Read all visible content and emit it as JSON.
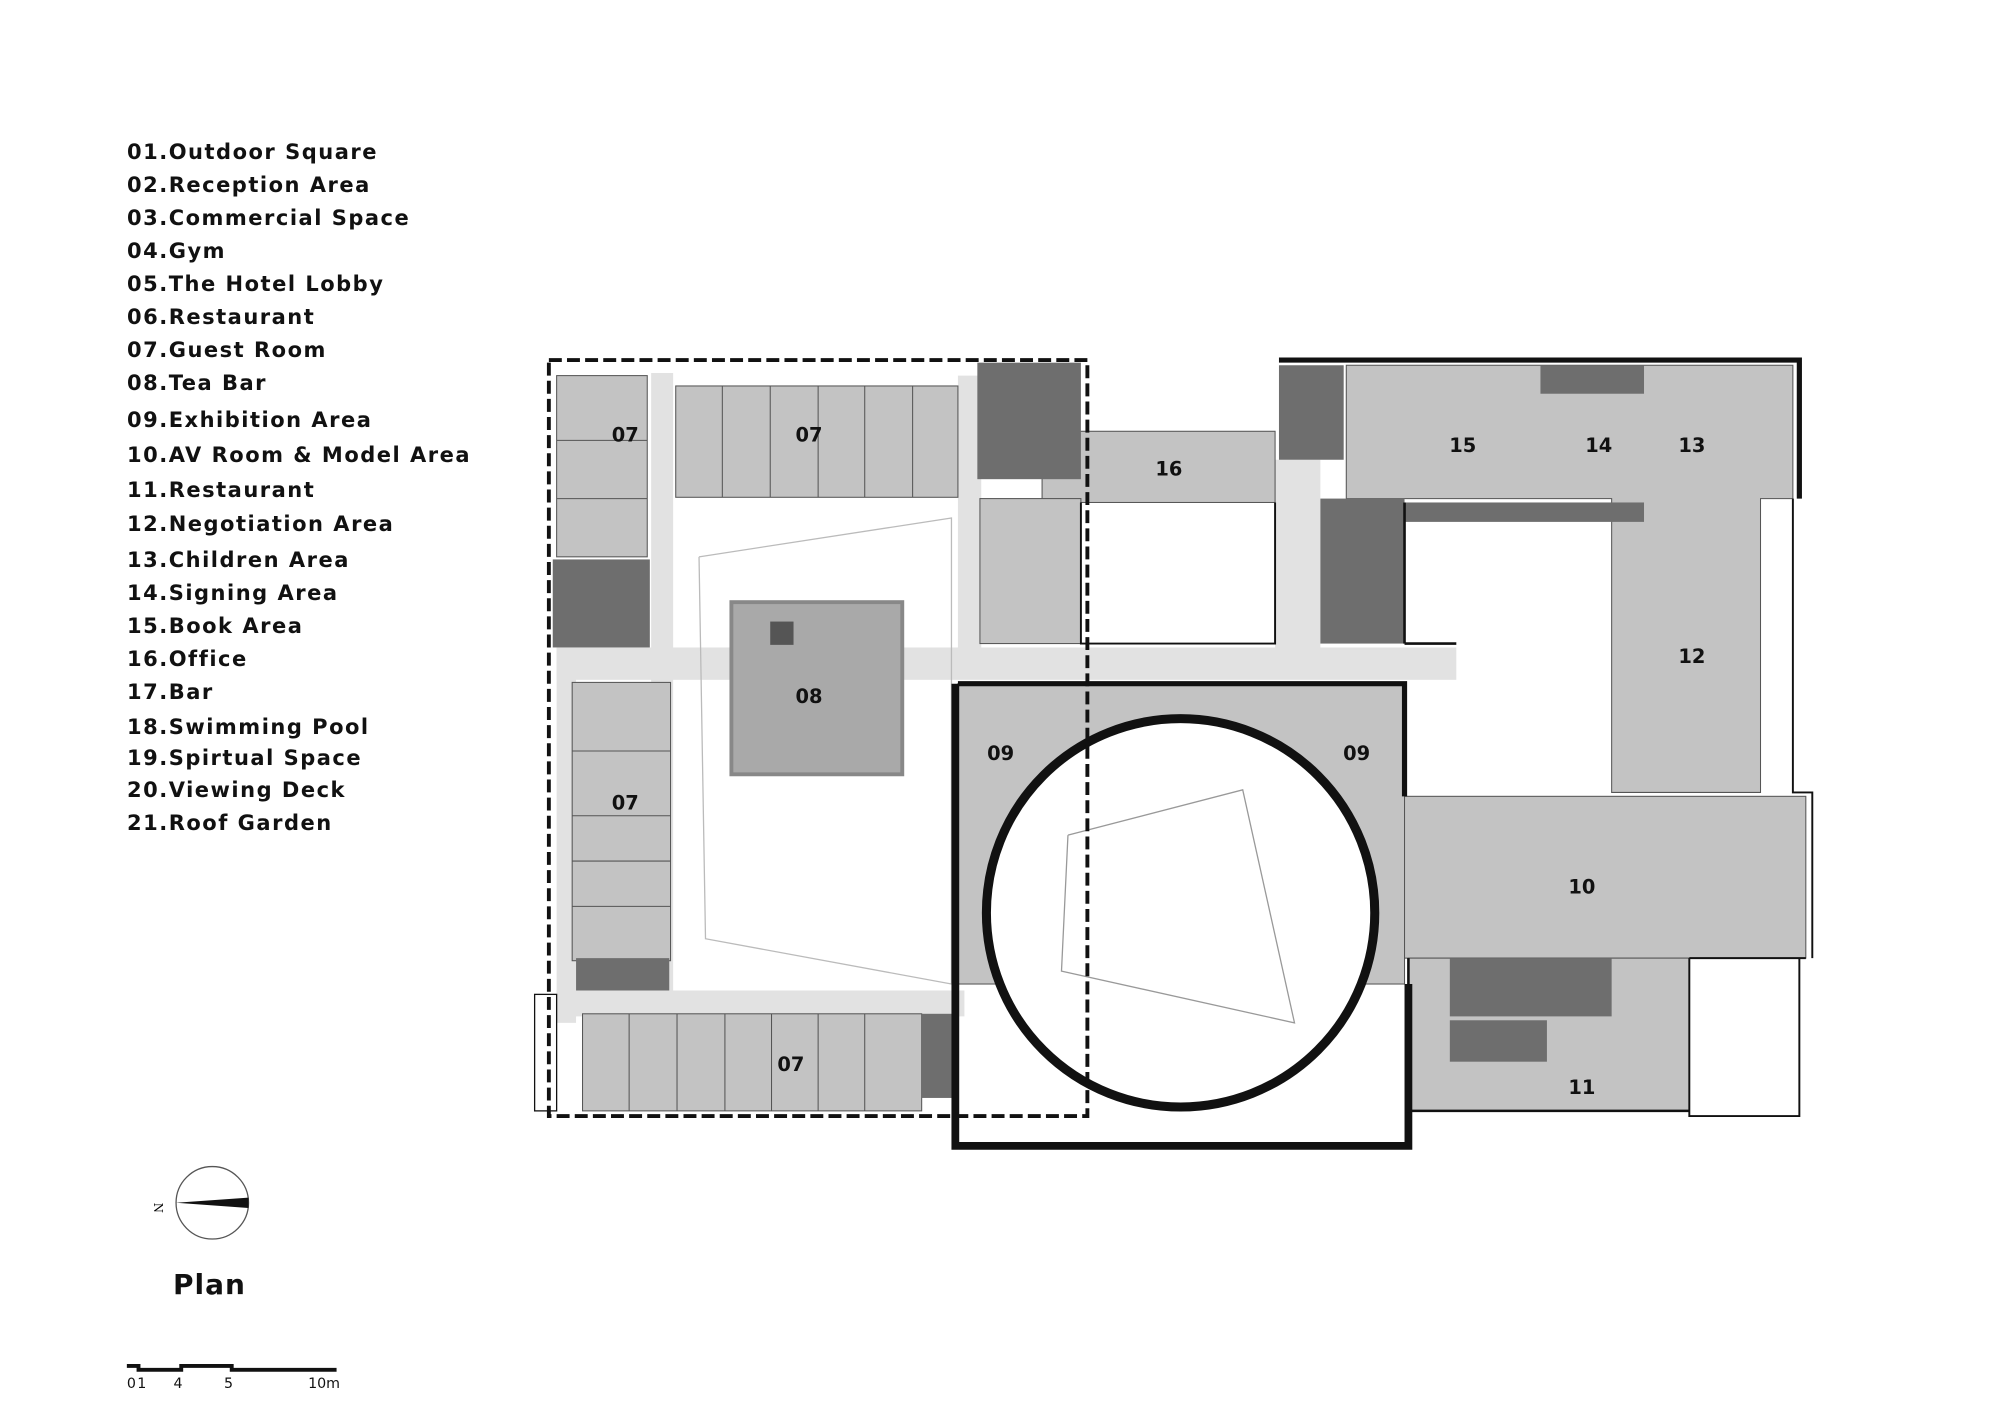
{
  "legend": [
    "01.Outdoor Square",
    "02.Reception Area",
    "03.Commercial Space",
    "04.Gym",
    "05.The Hotel Lobby",
    "06.Restaurant",
    "07.Guest Room",
    "08.Tea Bar",
    "09.Exhibition Area",
    "10.AV Room & Model Area",
    "11.Restaurant",
    "12.Negotiation Area",
    "13.Children Area",
    "14.Signing Area",
    "15.Book Area",
    "16.Office",
    "17.Bar",
    "18.Swimming Pool",
    "19.Spirtual Space",
    "20.Viewing Deck",
    "21.Roof Garden"
  ],
  "title": "Plan",
  "north_label": "N",
  "scale_bar": {
    "ticks": [
      "0",
      "1",
      "4",
      "5",
      "10m"
    ]
  },
  "rooms": {
    "r07a": "07",
    "r07b": "07",
    "r07c": "07",
    "r07d": "07",
    "r08": "08",
    "r09a": "09",
    "r09b": "09",
    "r10": "10",
    "r11": "11",
    "r12": "12",
    "r13": "13",
    "r14": "14",
    "r15": "15",
    "r16": "16"
  },
  "colors": {
    "room": "#c3c3c3",
    "corridor": "#e2e2e2",
    "service": "#6e6e6e",
    "wall": "#111111"
  }
}
